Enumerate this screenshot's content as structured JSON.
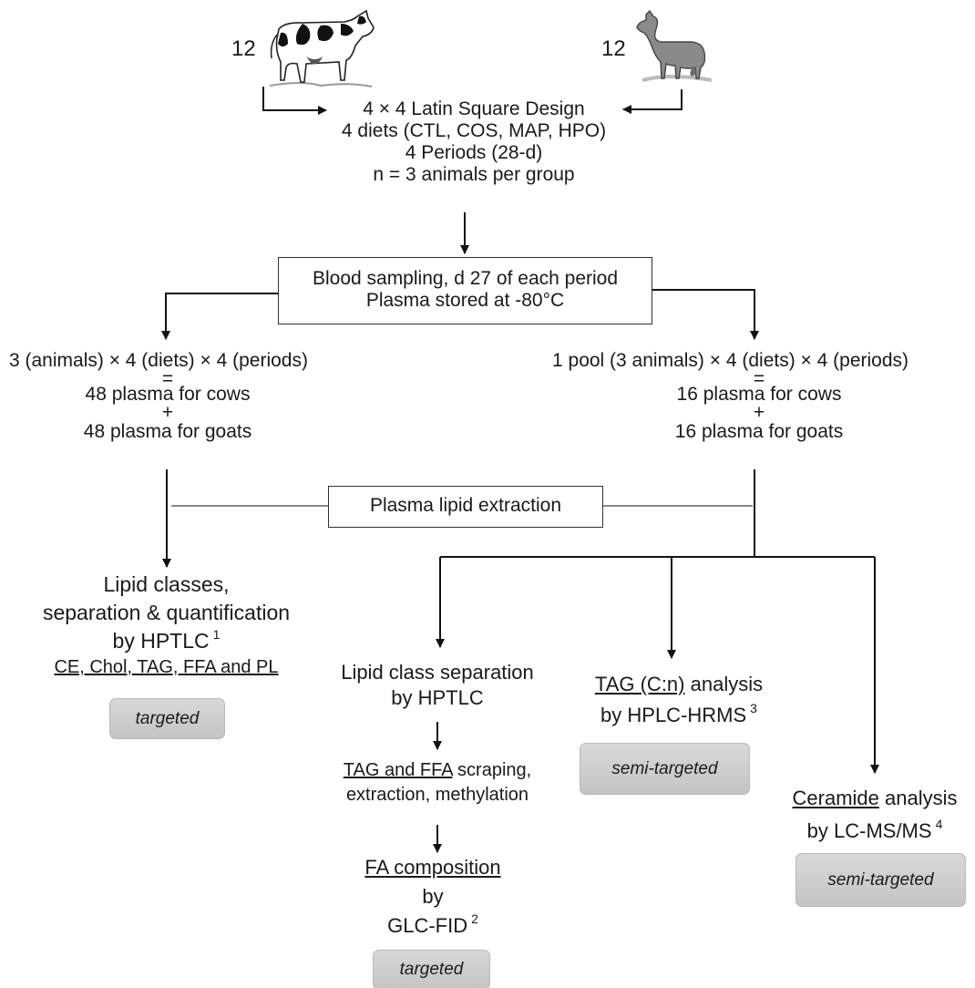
{
  "animals": {
    "cow_count": "12",
    "goat_count": "12",
    "cow_icon": "cow-illustration",
    "goat_icon": "goat-illustration"
  },
  "design": {
    "line1": "4 × 4 Latin Square Design",
    "line2": "4 diets (CTL, COS, MAP, HPO)",
    "line3": "4 Periods (28-d)",
    "line4": "n = 3 animals per group"
  },
  "sampling": {
    "line1": "Blood sampling, d 27 of each period",
    "line2": "Plasma stored at -80°C"
  },
  "left_branch": {
    "formula": "3 (animals) × 4 (diets) × 4 (periods)",
    "equals": "=",
    "cows": "48 plasma for cows",
    "plus": "+",
    "goats": "48 plasma for goats"
  },
  "right_branch": {
    "formula": "1 pool (3 animals) × 4 (diets) × 4 (periods)",
    "equals": "=",
    "cows": "16 plasma for cows",
    "plus": "+",
    "goats": "16 plasma for goats"
  },
  "extraction": {
    "label": "Plasma lipid extraction"
  },
  "lipid_classes": {
    "line1": "Lipid classes,",
    "line2": "separation & quantification",
    "line3": "by HPTLC",
    "ref": "1",
    "line4": "CE, Chol, TAG, FFA and PL",
    "badge": "targeted"
  },
  "hptlc_sep": {
    "line1": "Lipid class separation",
    "line2": "by HPTLC",
    "scrape_u": "TAG and FFA",
    "scrape_rest": " scraping,",
    "scrape_line2": "extraction, methylation",
    "fa_title": "FA composition",
    "fa_by": "by",
    "fa_method": "GLC-FID",
    "fa_ref": "2",
    "badge": "targeted"
  },
  "tag_analysis": {
    "title_u": "TAG (C:n)",
    "title_rest": " analysis",
    "line2": "by HPLC-HRMS",
    "ref": "3",
    "badge": "semi-targeted"
  },
  "ceramide": {
    "title_u": "Ceramide",
    "title_rest": " analysis",
    "line2": "by LC-MS/MS",
    "ref": "4",
    "badge": "semi-targeted"
  }
}
